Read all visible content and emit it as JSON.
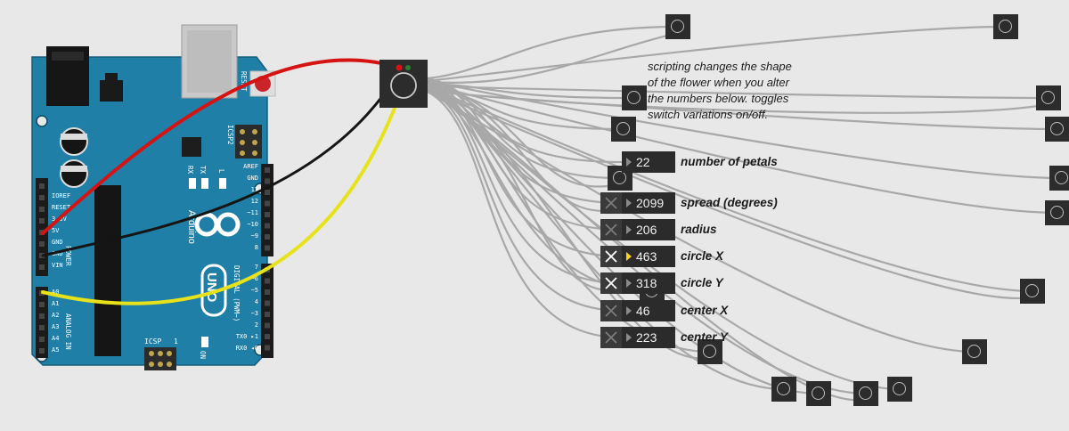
{
  "board": {
    "brand": "Arduino",
    "model": "UNO",
    "reset_label": "RESET",
    "icsp2_label": "ICSP2",
    "icsp_label": "ICSP",
    "tx_label": "TX",
    "rx_label": "RX",
    "l_label": "L",
    "on_label": "ON",
    "one_label": "1",
    "power_label": "POWER",
    "analog_label": "ANALOG IN",
    "digital_label": "DIGITAL (PWM~)",
    "power_pins": [
      "IOREF",
      "RESET",
      "3.3V",
      "5V",
      "GND",
      "GND",
      "VIN"
    ],
    "analog_pins": [
      "A0",
      "A1",
      "A2",
      "A3",
      "A4",
      "A5"
    ],
    "digital_pins_top": [
      "AREF",
      "GND",
      "13",
      "12",
      "~11",
      "~10",
      "~9",
      "8"
    ],
    "digital_pins_bottom": [
      "7",
      "~6",
      "~5",
      "4",
      "~3",
      "2",
      "TX0 ▸1",
      "RX0 ◂0"
    ]
  },
  "comment": "scripting changes the shape of the flower when you alter the numbers below. toggles switch variations on/off.",
  "params": [
    {
      "value": "22",
      "label": "number of petals",
      "toggle": false,
      "toggle_on": false,
      "active": false
    },
    {
      "value": "2099",
      "label": "spread (degrees)",
      "toggle": true,
      "toggle_on": false,
      "active": false
    },
    {
      "value": "206",
      "label": "radius",
      "toggle": true,
      "toggle_on": false,
      "active": false
    },
    {
      "value": "463",
      "label": "circle X",
      "toggle": true,
      "toggle_on": true,
      "active": true
    },
    {
      "value": "318",
      "label": "circle Y",
      "toggle": true,
      "toggle_on": true,
      "active": false
    },
    {
      "value": "46",
      "label": "center X",
      "toggle": true,
      "toggle_on": false,
      "active": false
    },
    {
      "value": "223",
      "label": "center Y",
      "toggle": true,
      "toggle_on": false,
      "active": false
    }
  ],
  "colors": {
    "board": "#1f7fa6",
    "wire_red": "#d61313",
    "wire_black": "#151515",
    "wire_yellow": "#e7e21a",
    "patch_cord": "#a9a9a9",
    "active_indicator": "#ffd21a"
  }
}
